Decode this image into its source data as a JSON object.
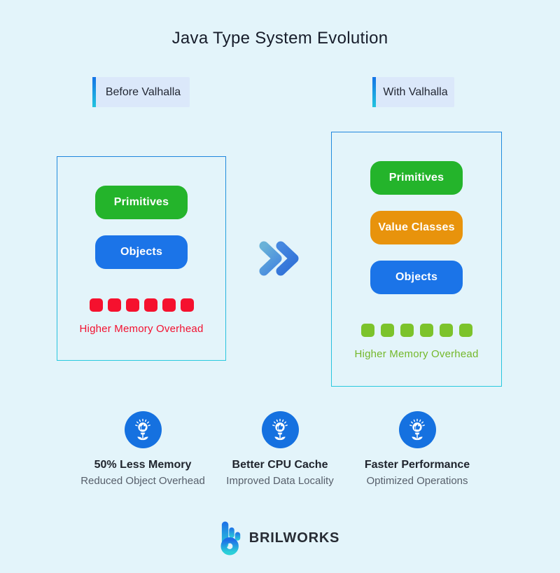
{
  "title": "Java Type System Evolution",
  "panels": {
    "before": {
      "badge": "Before Valhalla",
      "boxes": [
        {
          "label": "Primitives",
          "color": "#24b42b"
        },
        {
          "label": "Objects",
          "color": "#1b74e8"
        }
      ],
      "memory": {
        "count": 6,
        "label": "Higher Memory Overhead"
      }
    },
    "after": {
      "badge": "With Valhalla",
      "boxes": [
        {
          "label": "Primitives",
          "color": "#24b42b"
        },
        {
          "label": "Value Classes",
          "color": "#e8930c"
        },
        {
          "label": "Objects",
          "color": "#1b74e8"
        }
      ],
      "memory": {
        "count": 6,
        "label": "Higher Memory Overhead"
      }
    }
  },
  "arrow_icon": "double-chevron-right-icon",
  "benefits": [
    {
      "title": "50% Less Memory",
      "subtitle": "Reduced Object Overhead",
      "icon": "idea-growth-icon"
    },
    {
      "title": "Better CPU Cache",
      "subtitle": "Improved Data Locality",
      "icon": "idea-growth-icon"
    },
    {
      "title": "Faster Performance",
      "subtitle": "Optimized Operations",
      "icon": "idea-growth-icon"
    }
  ],
  "logo": {
    "text": "BRILWORKS",
    "icon": "brilworks-b-icon"
  },
  "colors": {
    "bg": "#e3f4fa",
    "title_color": "#171d2b",
    "badge_bg": "#dbe8fa",
    "accent_top": "#1473e6",
    "accent_bottom": "#22c4de",
    "panel_border_top": "#1f86dd",
    "panel_border_bottom": "#29c9de",
    "green": "#24b42b",
    "blue": "#1b74e8",
    "orange": "#e8930c",
    "red_square": "#f5112e",
    "red_text": "#f3102f",
    "green_square": "#7cc32b",
    "green_text": "#74b82a",
    "chev_light_top": "#69b2d8",
    "chev_light_bottom": "#4a8ede",
    "chev_dark_top": "#4688e0",
    "chev_dark_bottom": "#3273d8",
    "circle_blue": "#1571e0",
    "benefit_title": "#20252e",
    "benefit_sub": "#575f6b",
    "logo_grad_top": "#1d6fe8",
    "logo_grad_bottom": "#2bd0d8",
    "logo_text": "#272c34"
  }
}
